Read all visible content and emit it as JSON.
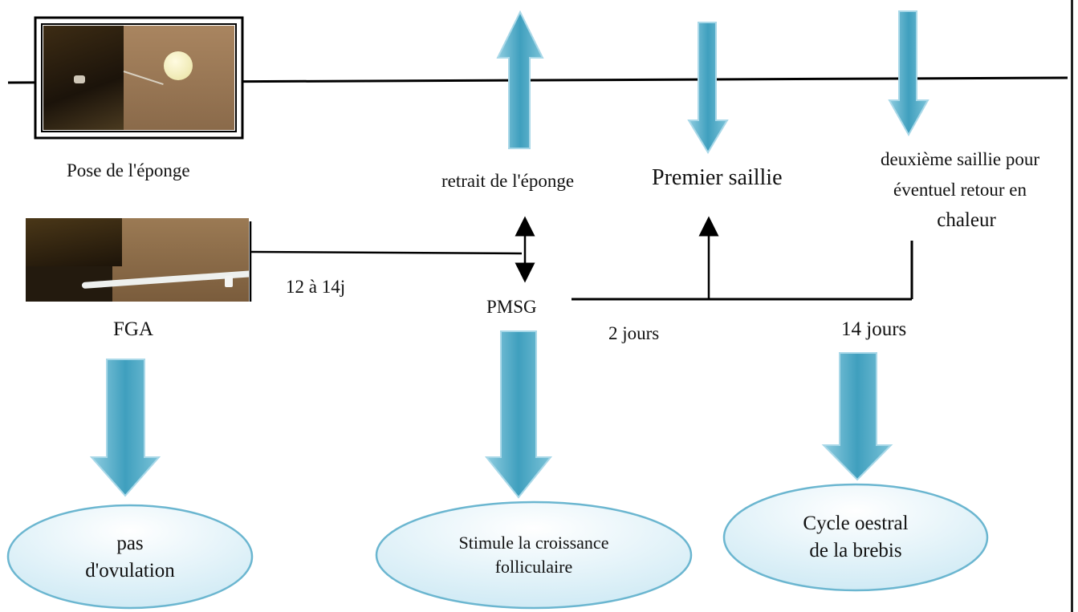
{
  "labels": {
    "sponge_insertion": "Pose de l'éponge",
    "fga": "FGA",
    "duration_12_14": "12 à  14j",
    "pmsg": "PMSG",
    "sponge_removal": "retrait de l'éponge",
    "first_mating": "Premier  saillie",
    "second_mating_line1": "deuxième saillie pour",
    "second_mating_line2": "éventuel  retour en",
    "second_mating_line3": "chaleur",
    "two_days": "2 jours",
    "fourteen_days": "14 jours"
  },
  "outcomes": {
    "no_ovulation_line1": "pas",
    "no_ovulation_line2": "d'ovulation",
    "follicular_line1": "Stimule la croissance",
    "follicular_line2": "folliculaire",
    "cycle_line1": "Cycle  oestral",
    "cycle_line2": "de la brebis"
  },
  "colors": {
    "arrow_fill": "#4fa8c4",
    "arrow_light": "#a9d8e8",
    "ellipse_fill": "#dff1f8",
    "ellipse_stroke": "#6bb6d0",
    "line": "#000000"
  }
}
